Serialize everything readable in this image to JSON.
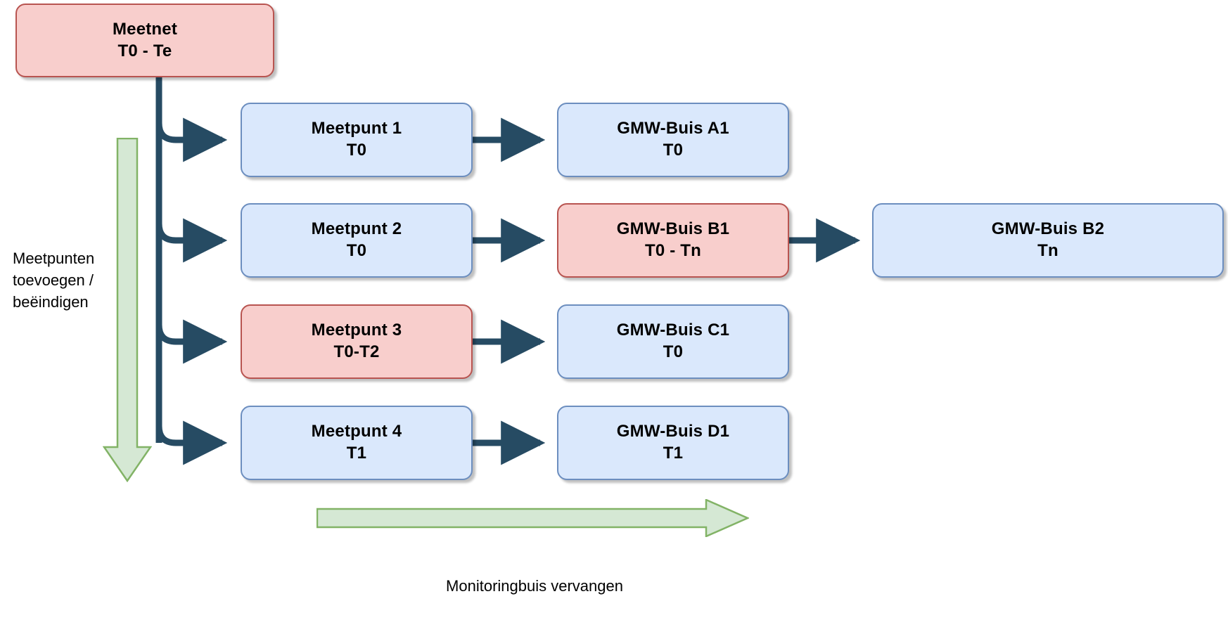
{
  "diagram": {
    "title_root": {
      "line1": "Meetnet",
      "line2": "T0 - Te",
      "style": "pink"
    },
    "rows": [
      {
        "measure_point": {
          "line1": "Meetpunt 1",
          "line2": "T0",
          "style": "blue"
        },
        "tube": {
          "line1": "GMW-Buis A1",
          "line2": "T0",
          "style": "blue"
        },
        "tube_replacement": null
      },
      {
        "measure_point": {
          "line1": "Meetpunt 2",
          "line2": "T0",
          "style": "blue"
        },
        "tube": {
          "line1": "GMW-Buis B1",
          "line2": "T0 - Tn",
          "style": "pink"
        },
        "tube_replacement": {
          "line1": "GMW-Buis B2",
          "line2": "Tn",
          "style": "blue"
        }
      },
      {
        "measure_point": {
          "line1": "Meetpunt 3",
          "line2": "T0-T2",
          "style": "pink"
        },
        "tube": {
          "line1": "GMW-Buis C1",
          "line2": "T0",
          "style": "blue"
        },
        "tube_replacement": null
      },
      {
        "measure_point": {
          "line1": "Meetpunt 4",
          "line2": "T1",
          "style": "blue"
        },
        "tube": {
          "line1": "GMW-Buis D1",
          "line2": "T1",
          "style": "blue"
        },
        "tube_replacement": null
      }
    ],
    "annotations": {
      "vertical_arrow_label": "Meetpunten toevoegen / beëindigen",
      "horizontal_arrow_label": "Monitoringbuis vervangen"
    },
    "colors": {
      "blue_fill": "#dae8fc",
      "blue_border": "#6c8ebf",
      "pink_fill": "#f8cecc",
      "pink_border": "#b85450",
      "green_fill": "#d5e8d4",
      "green_border": "#82b366",
      "connector": "#264b63",
      "text": "#000000",
      "background": "#ffffff"
    }
  }
}
